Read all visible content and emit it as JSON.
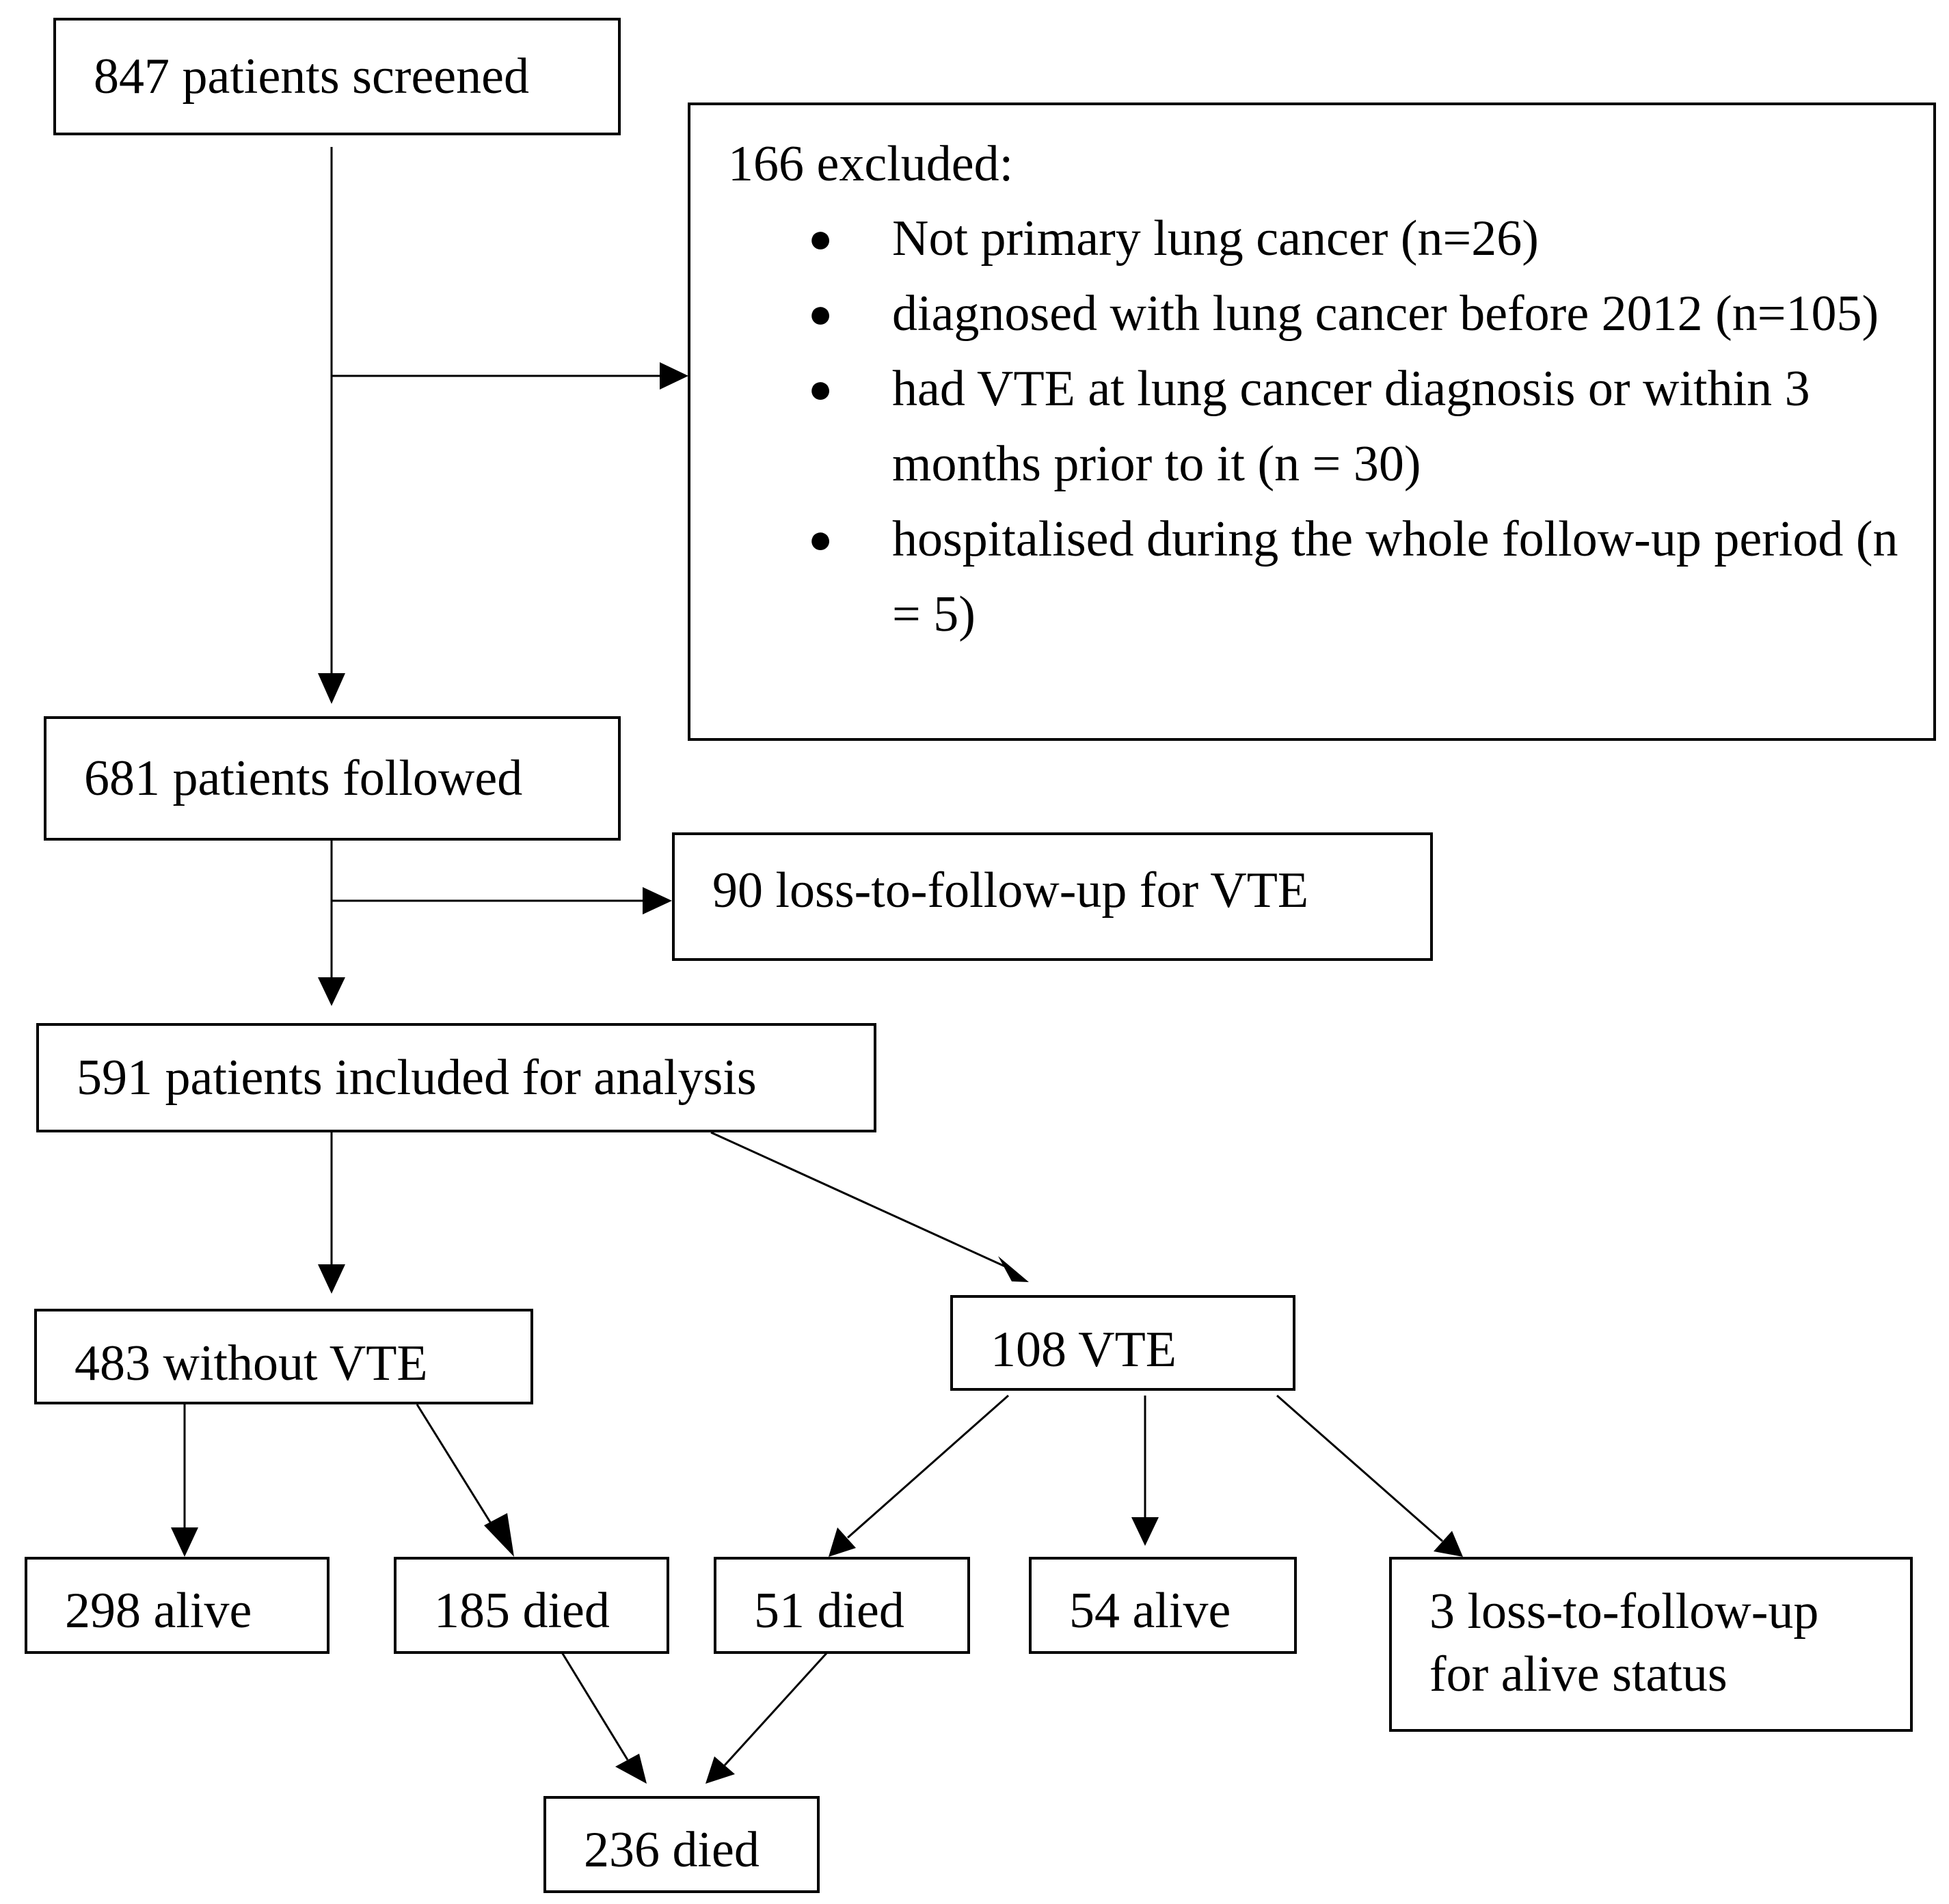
{
  "nodes": {
    "screened": "847 patients screened",
    "excluded_title": "166 excluded:",
    "excluded_reasons": [
      "Not primary lung cancer (n=26)",
      "diagnosed with lung cancer before 2012 (n=105)",
      "had VTE at lung cancer diagnosis or within 3 months prior to it (n = 30)",
      "hospitalised during the whole follow-up period (n = 5)"
    ],
    "followed": "681 patients followed",
    "loss_vte": "90 loss-to-follow-up for VTE",
    "included": "591 patients included for analysis",
    "without_vte": "483 without VTE",
    "vte": "108 VTE",
    "alive_no_vte": "298 alive",
    "died_no_vte": "185 died",
    "died_vte": "51 died",
    "alive_vte": "54 alive",
    "loss_alive_line1": "3 loss-to-follow-up",
    "loss_alive_line2": "for alive status",
    "died_total": "236 died"
  }
}
